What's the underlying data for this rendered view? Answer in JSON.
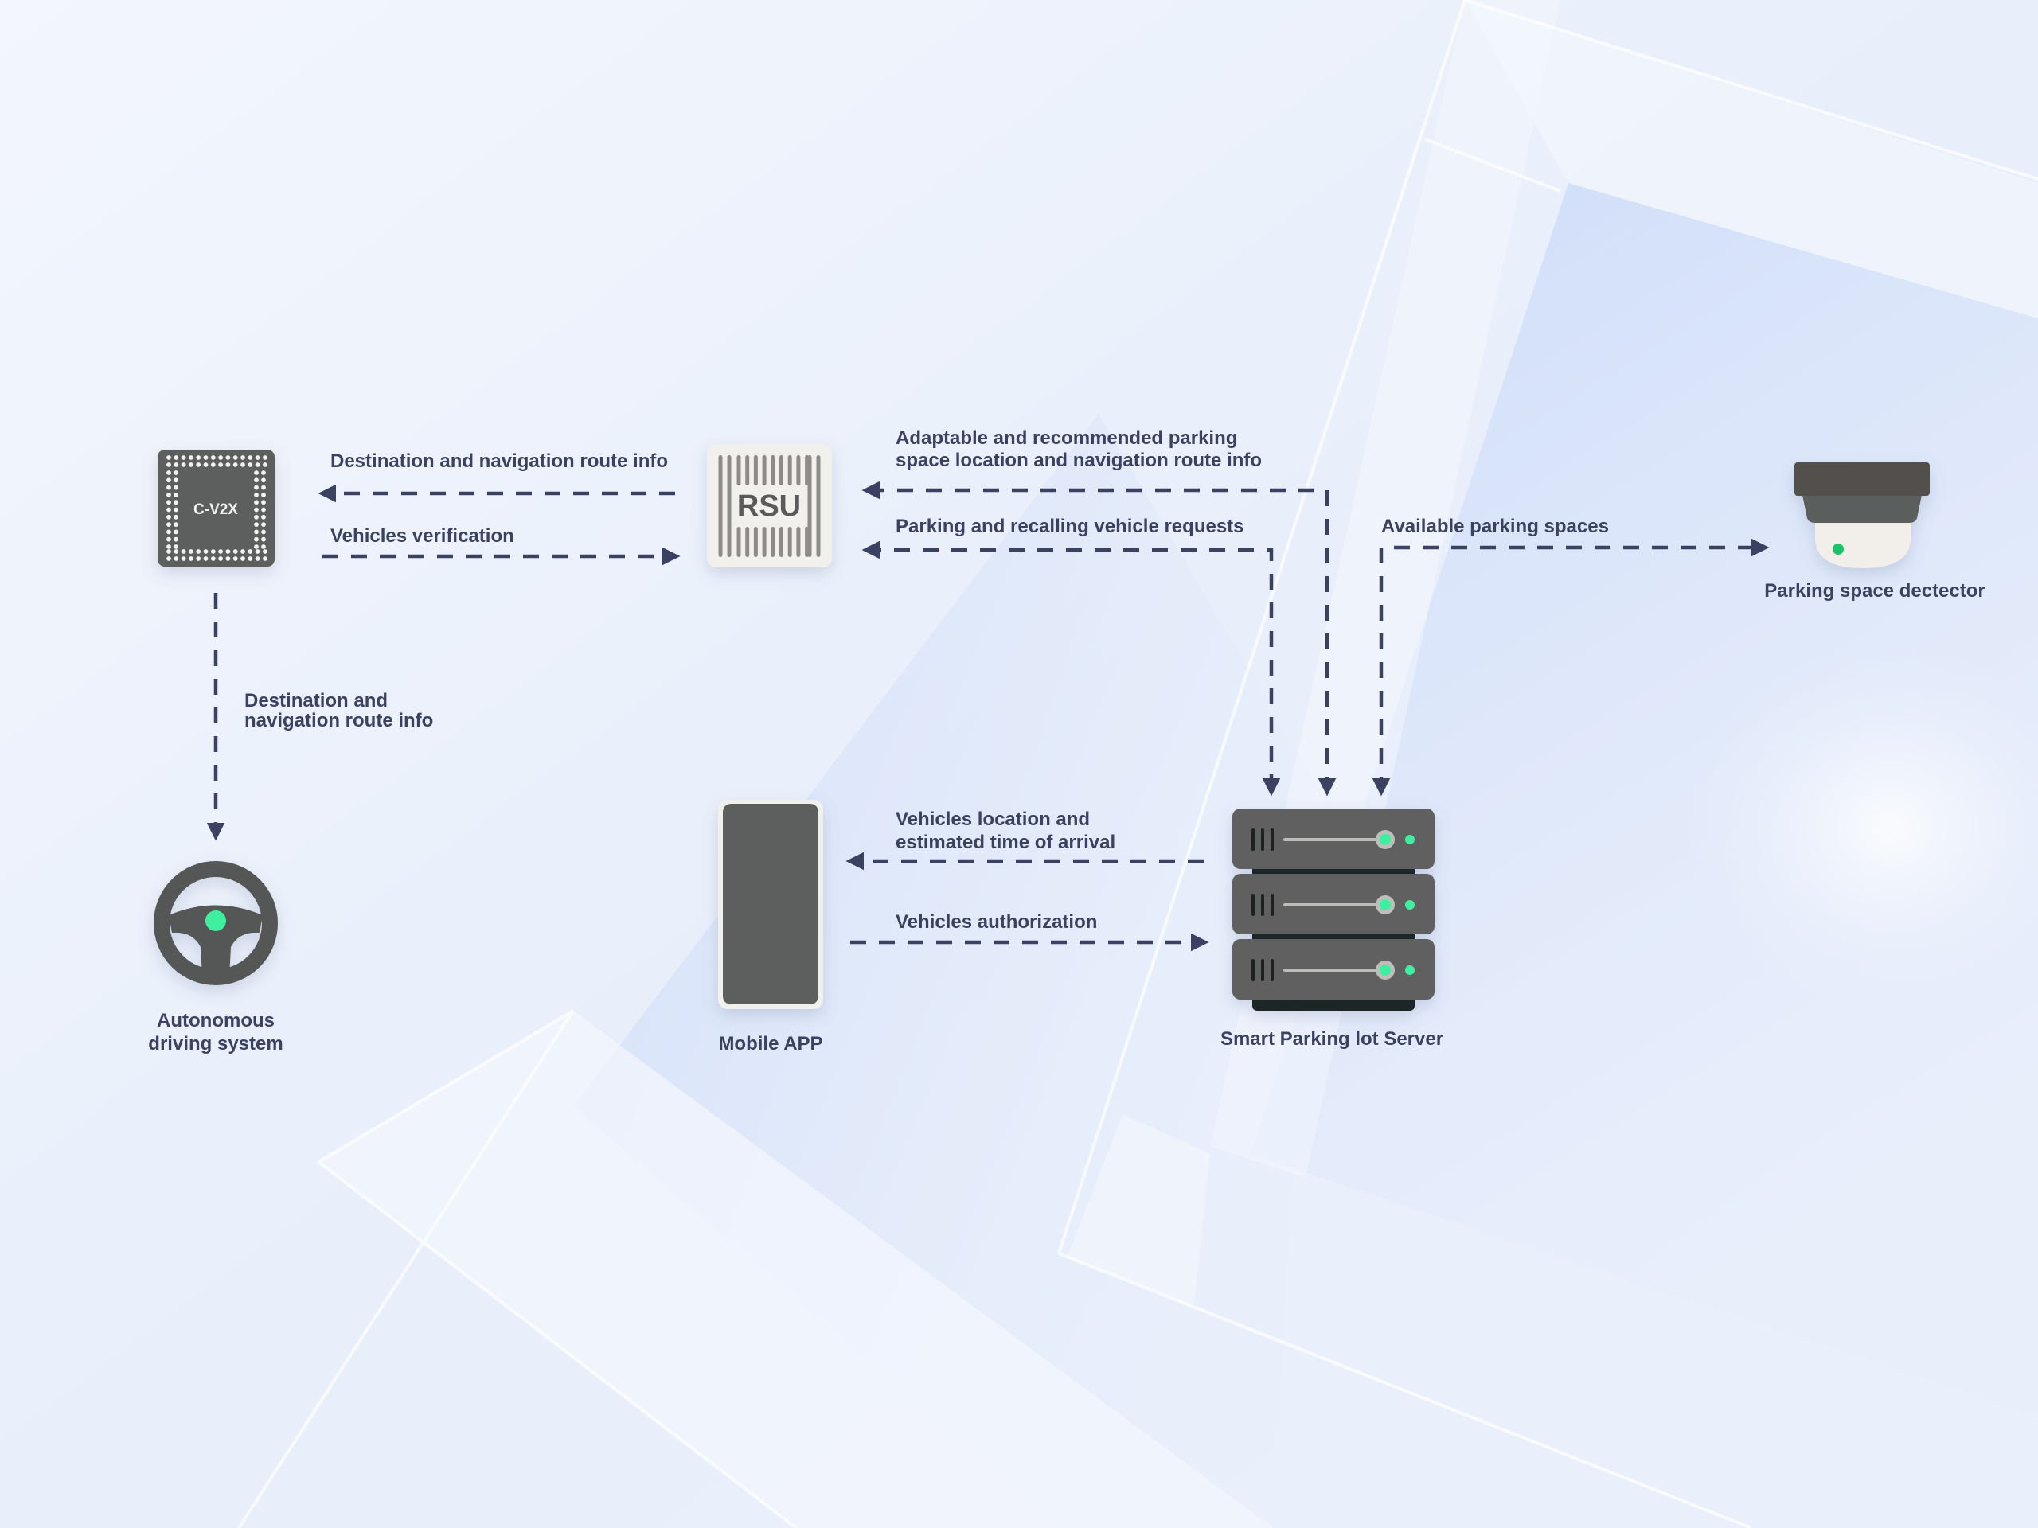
{
  "colors": {
    "arrow": "#3b4261",
    "label": "#3a4260",
    "device_dark": "#5c5e5d",
    "device_light": "#f2f0ec",
    "led_green": "#3ef0a0",
    "background": "#eef3fb"
  },
  "nodes": {
    "cv2x": {
      "label": "C-V2X",
      "icon": "chip-icon"
    },
    "rsu": {
      "label": "RSU",
      "icon": "rsu-icon"
    },
    "detector": {
      "label": "Parking space dectector",
      "icon": "camera-sensor-icon"
    },
    "autonomous": {
      "label_line1": "Autonomous",
      "label_line2": "driving system",
      "icon": "steering-wheel-icon"
    },
    "mobile": {
      "label": "Mobile APP",
      "icon": "smartphone-icon"
    },
    "server": {
      "label": "Smart Parking lot Server",
      "icon": "server-rack-icon"
    }
  },
  "flows": [
    {
      "id": "rsu-to-cv2x",
      "from": "RSU",
      "to": "C-V2X",
      "label_lines": [
        "Destination and navigation route info"
      ]
    },
    {
      "id": "cv2x-to-rsu",
      "from": "C-V2X",
      "to": "RSU",
      "label_lines": [
        "Vehicles verification"
      ]
    },
    {
      "id": "server-to-rsu-recommend",
      "from": "Smart Parking lot Server",
      "to": "RSU",
      "label_lines": [
        "Adaptable and recommended parking",
        "space location and navigation route info"
      ]
    },
    {
      "id": "rsu-server-requests",
      "from": "RSU",
      "to": "Smart Parking lot Server",
      "label_lines": [
        "Parking and recalling vehicle requests"
      ]
    },
    {
      "id": "detector-server-spaces",
      "from": "Parking space dectector",
      "to": "Smart Parking lot Server",
      "label_lines": [
        "Available parking spaces"
      ]
    },
    {
      "id": "cv2x-to-autonomous",
      "from": "C-V2X",
      "to": "Autonomous driving system",
      "label_lines": [
        "Destination and",
        "navigation route info"
      ]
    },
    {
      "id": "server-to-mobile",
      "from": "Smart Parking lot Server",
      "to": "Mobile APP",
      "label_lines": [
        "Vehicles location and",
        "estimated time of arrival"
      ]
    },
    {
      "id": "mobile-to-server",
      "from": "Mobile APP",
      "to": "Smart Parking lot Server",
      "label_lines": [
        "Vehicles authorization"
      ]
    }
  ]
}
